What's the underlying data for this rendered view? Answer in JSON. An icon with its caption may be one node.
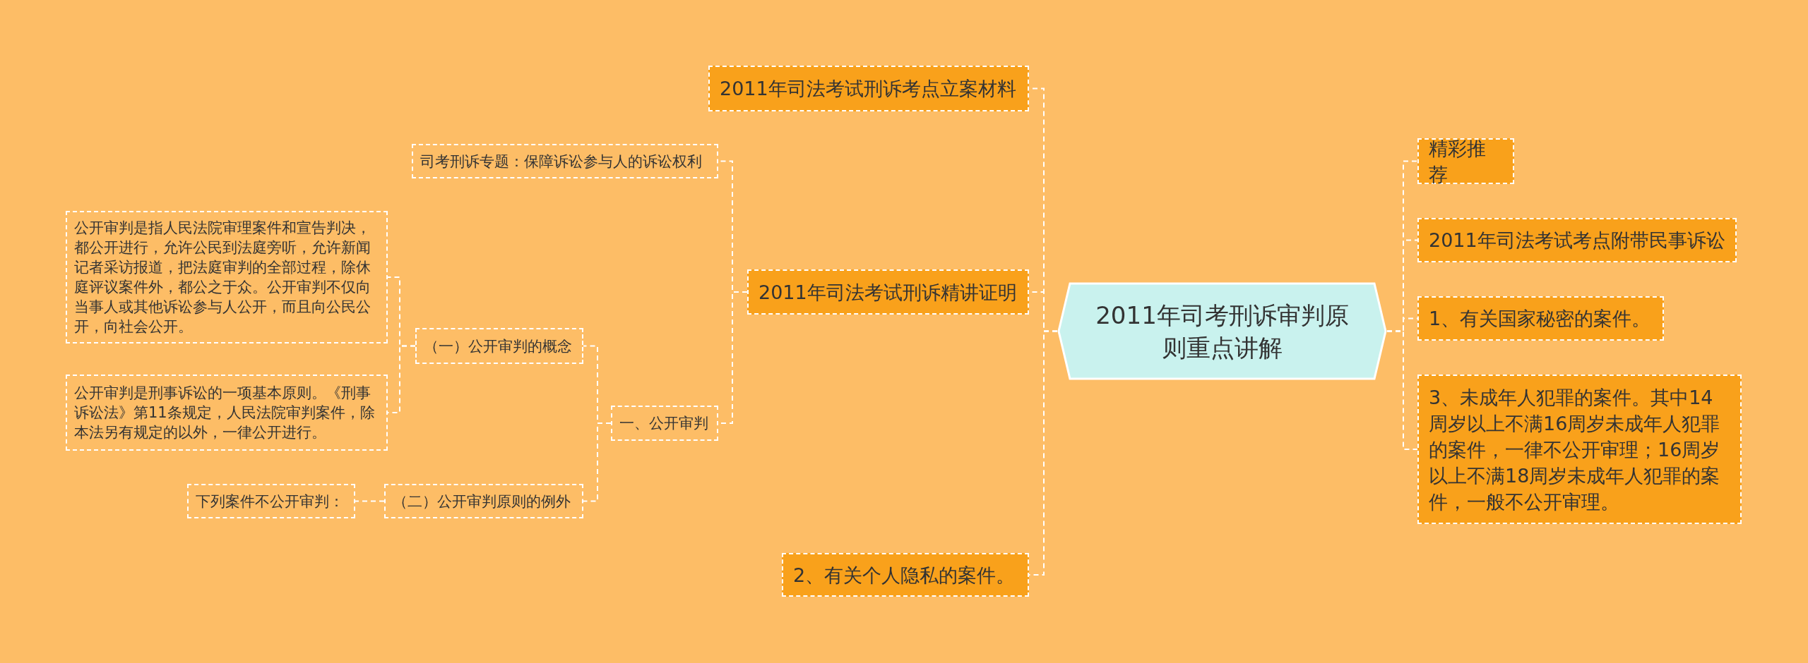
{
  "diagram": {
    "nodes": [
      {
        "text": [
          "2011年司考刑诉审判原则重点讲解"
        ]
      },
      {
        "text": [
          "精彩推荐"
        ]
      },
      {
        "text": [
          "2011年司法考试考点附带民事诉讼"
        ]
      },
      {
        "text": [
          "1、有关国家秘密的案件。"
        ]
      },
      {
        "text": [
          "3、未成年人犯罪的案件。其中14周岁以上不满16周岁未成年人犯罪的案件，一律不公开审理；16周岁以上不满18周岁未成年人犯罪的案件，一般不公开审理。"
        ]
      },
      {
        "text": [
          "2011年司法考试刑诉考点立案材料"
        ]
      },
      {
        "text": [
          "2011年司法考试刑诉精讲证明"
        ]
      },
      {
        "text": [
          "司考刑诉专题：保障诉讼参与人的诉讼权利"
        ]
      },
      {
        "text": [
          "一、公开审判"
        ]
      },
      {
        "text": [
          "（一）公开审判的概念"
        ]
      },
      {
        "text": [
          "公开审判是指人民法院审理案件和宣告判决，都公开进行，允许公民到法庭旁听，允许新闻记者采访报道，把法庭审判的全部过程，除休庭评议案件外，都公之于众。公开审判不仅向当事人或其他诉讼参与人公开，而且向公民公开，向社会公开。"
        ]
      },
      {
        "text": [
          "公开审判是刑事诉讼的一项基本原则。《刑事诉讼法》第11条规定，人民法院审判案件，除本法另有规定的以外，一律公开进行。"
        ]
      },
      {
        "text": [
          "（二）公开审判原则的例外"
        ]
      },
      {
        "text": [
          "下列案件不公开审判："
        ]
      },
      {
        "text": [
          "2、有关个人隐私的案件。"
        ]
      }
    ],
    "edges": [
      {
        "from": 0,
        "to": 1,
        "arrow": "none"
      },
      {
        "from": 0,
        "to": 2,
        "arrow": "none"
      },
      {
        "from": 0,
        "to": 3,
        "arrow": "none"
      },
      {
        "from": 0,
        "to": 4,
        "arrow": "none"
      },
      {
        "from": 0,
        "to": 5,
        "arrow": "none"
      },
      {
        "from": 0,
        "to": 6,
        "arrow": "none"
      },
      {
        "from": 0,
        "to": 14,
        "arrow": "none"
      },
      {
        "from": 6,
        "to": 7,
        "arrow": "none"
      },
      {
        "from": 6,
        "to": 8,
        "arrow": "none"
      },
      {
        "from": 8,
        "to": 9,
        "arrow": "none"
      },
      {
        "from": 8,
        "to": 12,
        "arrow": "none"
      },
      {
        "from": 9,
        "to": 10,
        "arrow": "none"
      },
      {
        "from": 9,
        "to": 11,
        "arrow": "none"
      },
      {
        "from": 12,
        "to": 13,
        "arrow": "none"
      }
    ]
  }
}
